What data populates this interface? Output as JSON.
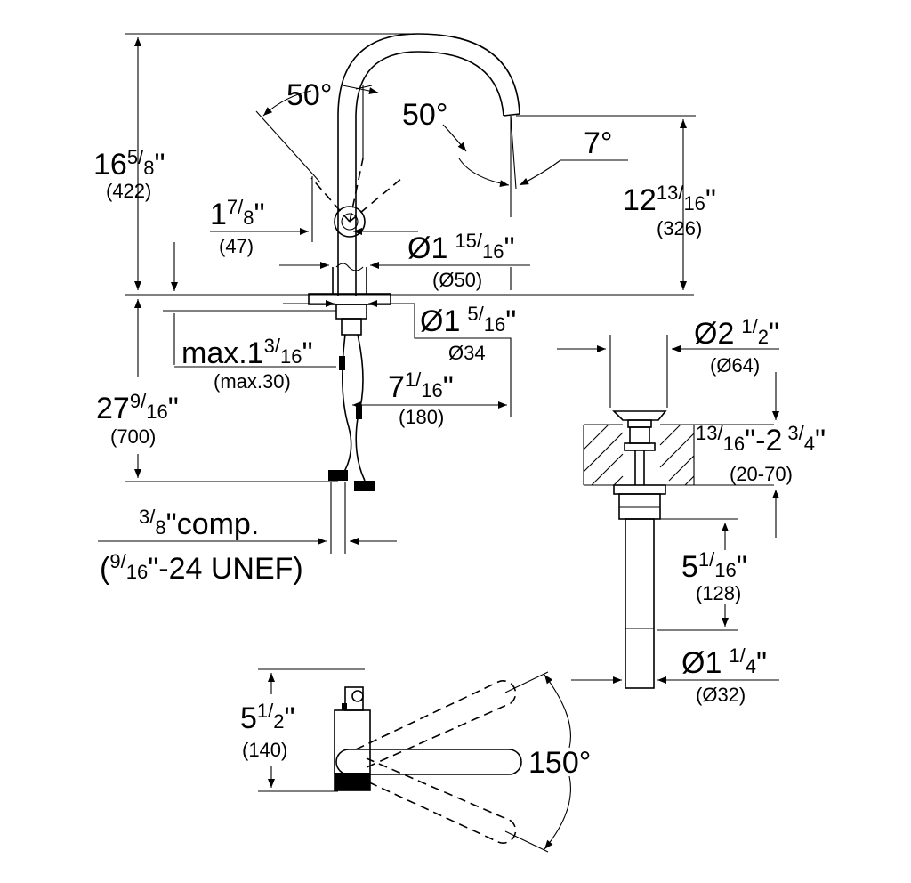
{
  "dimensions": {
    "overall_height": {
      "whole": "16",
      "num": "5",
      "den": "8",
      "unit": "\"",
      "metric": "(422)"
    },
    "spout_height": {
      "whole": "12",
      "num": "13",
      "den": "16",
      "unit": "\"",
      "metric": "(326)"
    },
    "handle_offset": {
      "whole": "1",
      "num": "7",
      "den": "8",
      "unit": "\"",
      "metric": "(47)"
    },
    "body_diameter": {
      "prefix": "Ø1",
      "num": "15",
      "den": "16",
      "unit": "\"",
      "metric": "(Ø50)"
    },
    "shank_diameter": {
      "prefix": "Ø1",
      "num": "5",
      "den": "16",
      "unit": "\"",
      "metric": "Ø34"
    },
    "deck_thickness": {
      "prefix": "max.1",
      "num": "3",
      "den": "16",
      "unit": "\"",
      "metric": "(max.30)"
    },
    "below_deck": {
      "whole": "27",
      "num": "9",
      "den": "16",
      "unit": "\"",
      "metric": "(700)"
    },
    "spout_reach": {
      "whole": "7",
      "num": "1",
      "den": "16",
      "unit": "\"",
      "metric": "(180)"
    },
    "connection": {
      "num": "3",
      "den": "8",
      "text": "\"comp.",
      "thread_open": "(",
      "thread_num": "9",
      "thread_den": "16",
      "thread_text": "\"-24 UNEF)"
    },
    "drain_top_diameter": {
      "prefix": "Ø2",
      "num": "1",
      "den": "2",
      "unit": "\"",
      "metric": "(Ø64)"
    },
    "drain_range": {
      "num1": "13",
      "den1": "16",
      "mid": "\"-2",
      "num2": "3",
      "den2": "4",
      "unit": "\"",
      "metric": "(20-70)"
    },
    "drain_tail_length": {
      "whole": "5",
      "num": "1",
      "den": "16",
      "unit": "\"",
      "metric": "(128)"
    },
    "drain_tail_diameter": {
      "prefix": "Ø1",
      "num": "1",
      "den": "4",
      "unit": "\"",
      "metric": "(Ø32)"
    },
    "plan_depth": {
      "whole": "5",
      "num": "1",
      "den": "2",
      "unit": "\"",
      "metric": "(140)"
    }
  },
  "angles": {
    "handle_left": "50°",
    "handle_right": "50°",
    "spout_tilt": "7°",
    "swivel": "150°"
  },
  "frac_sep": "/"
}
